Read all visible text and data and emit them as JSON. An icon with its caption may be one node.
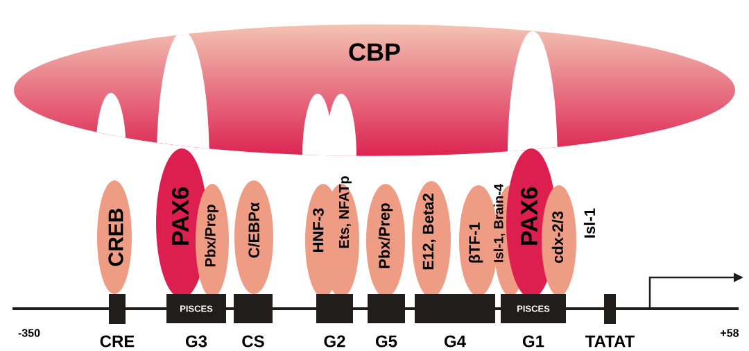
{
  "diagram": {
    "nodes": [
      {
        "text": [
          "CBP"
        ]
      },
      {
        "text": [
          "CREB"
        ]
      },
      {
        "text": [
          "PAX6"
        ]
      },
      {
        "text": [
          "Pbx/Prep"
        ]
      },
      {
        "text": [
          "C/EBPα"
        ]
      },
      {
        "text": [
          "HNF-3"
        ]
      },
      {
        "text": [
          "Ets, NFATp"
        ]
      },
      {
        "text": [
          "Pbx/Prep"
        ]
      },
      {
        "text": [
          "E12, Beta2"
        ]
      },
      {
        "text": [
          "βTF-1"
        ]
      },
      {
        "text": [
          "Isl-1, Brain-4"
        ]
      },
      {
        "text": [
          "PAX6"
        ]
      },
      {
        "text": [
          "cdx-2/3"
        ]
      },
      {
        "text": [
          "CRE"
        ]
      },
      {
        "text": [
          "PISCES",
          "G3"
        ]
      },
      {
        "text": [
          "CS"
        ]
      },
      {
        "text": [
          "G2"
        ]
      },
      {
        "text": [
          "G5"
        ]
      },
      {
        "text": [
          "G4"
        ]
      },
      {
        "text": [
          "PISCES",
          "G1"
        ]
      },
      {
        "text": [
          "TATAT"
        ]
      }
    ],
    "labels": [
      "Isl-1",
      "-350",
      "+58"
    ]
  }
}
